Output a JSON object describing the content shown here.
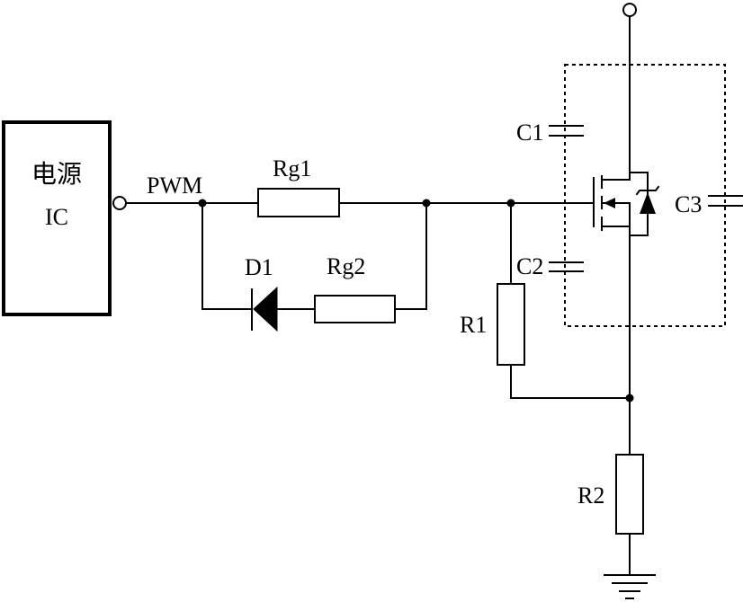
{
  "diagram": {
    "ic_block": {
      "line1": "电源",
      "line2": "IC"
    },
    "nets": {
      "pwm": "PWM"
    },
    "components": {
      "rg1": "Rg1",
      "rg2": "Rg2",
      "d1": "D1",
      "r1": "R1",
      "r2": "R2",
      "c1": "C1",
      "c2": "C2",
      "c3": "C3"
    }
  }
}
